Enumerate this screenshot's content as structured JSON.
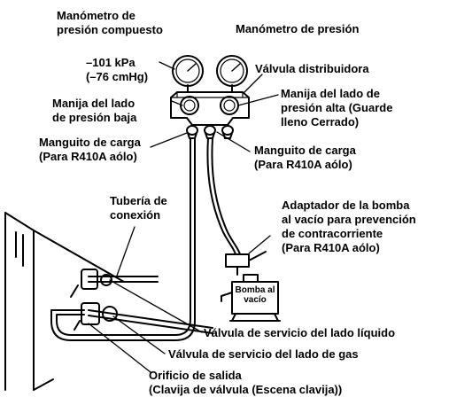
{
  "colors": {
    "line": "#000000",
    "background": "#ffffff"
  },
  "labels": {
    "compound_gauge": {
      "line1": "Manómetro de",
      "line2": "presión compuesto"
    },
    "pressure_gauge": "Manómetro de presión",
    "vacuum_reading": {
      "line1": "–101 kPa",
      "line2": "(–76 cmHg)"
    },
    "manifold_valve": "Válvula distribuidora",
    "low_side_handle": {
      "line1": "Manija del lado",
      "line2": "de presión baja"
    },
    "high_side_handle": {
      "line1": "Manija del lado de",
      "line2": "presión alta (Guarde",
      "line3": "lleno Cerrado)"
    },
    "charge_hose_left": {
      "line1": "Manguito de carga",
      "line2": "(Para R410A aólo)"
    },
    "charge_hose_right": {
      "line1": "Manguito de carga",
      "line2": "(Para R410A aólo)"
    },
    "connection_pipe": {
      "line1": "Tubería de",
      "line2": "conexión"
    },
    "adapter": {
      "line1": "Adaptador de la bomba",
      "line2": "al vacío para prevención",
      "line3": "de contracorriente",
      "line4": "(Para R410A aólo)"
    },
    "vacuum_pump": {
      "line1": "Bomba al",
      "line2": "vacío"
    },
    "liquid_valve": "Válvula de servicio del lado líquido",
    "gas_valve": "Válvula de servicio del lado de gas",
    "outlet": {
      "line1": "Orificio de salida",
      "line2": "(Clavija de válvula (Escena clavija))"
    }
  }
}
